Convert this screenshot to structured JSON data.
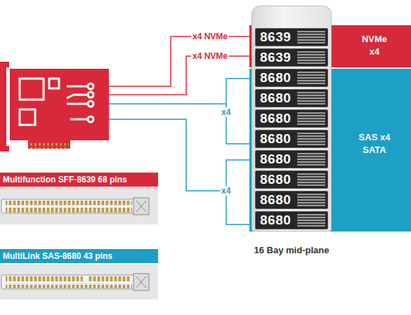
{
  "diagram": {
    "nodes": [
      {
        "text": [
          "16 Bay mid-plane"
        ]
      },
      {
        "text": [
          "8639"
        ],
        "in": 0
      },
      {
        "text": [
          "8639"
        ],
        "in": 0
      },
      {
        "text": [
          "8680"
        ],
        "in": 0
      },
      {
        "text": [
          "8680"
        ],
        "in": 0
      },
      {
        "text": [
          "8680"
        ],
        "in": 0
      },
      {
        "text": [
          "8680"
        ],
        "in": 0
      },
      {
        "text": [
          "8680"
        ],
        "in": 0
      },
      {
        "text": [
          "8680"
        ],
        "in": 0
      },
      {
        "text": [
          "8680"
        ],
        "in": 0
      },
      {
        "text": [
          "8680"
        ],
        "in": 0
      },
      {
        "text": [
          "NVMe",
          "x4"
        ]
      },
      {
        "text": [
          "SAS x4",
          "SATA"
        ]
      },
      {
        "text": [
          "Multifunction SFF-8639 68 pins"
        ]
      },
      {
        "text": [
          "MultiLink SAS-8680 43 pins"
        ]
      }
    ],
    "labels": [
      "x4 NVMe",
      "x4 NVMe",
      "x4",
      "x4"
    ]
  }
}
